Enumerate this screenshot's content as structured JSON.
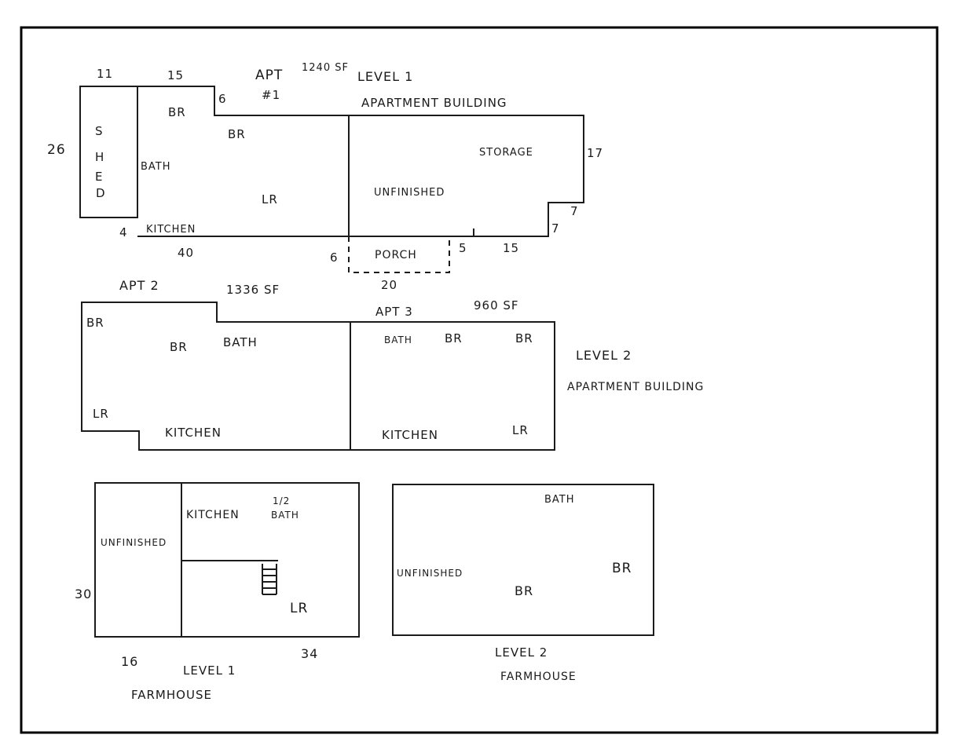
{
  "level1_apartment": {
    "title": "LEVEL 1",
    "subtitle": "APARTMENT BUILDING",
    "apt_label": "APT",
    "apt_number": "#1",
    "apt_sf": "1240 SF",
    "shed": [
      "S",
      "H",
      "E",
      "D"
    ],
    "rooms": {
      "br1": "BR",
      "br2": "BR",
      "bath": "BATH",
      "lr": "LR",
      "kitchen": "KITCHEN",
      "unfinished": "UNFINISHED",
      "storage": "STORAGE",
      "porch": "PORCH"
    },
    "dims": {
      "top_shed": "11",
      "top_br": "15",
      "step": "6",
      "left": "26",
      "bottom_left": "4",
      "bottom": "40",
      "right": "17",
      "notch_h": "7",
      "notch_v": "7",
      "bottom_right": "15",
      "porch_left": "6",
      "porch_right": "5",
      "porch_width": "20"
    }
  },
  "level2_apartment": {
    "title": "LEVEL 2",
    "subtitle": "APARTMENT BUILDING",
    "apt2": {
      "label": "APT 2",
      "sf": "1336 SF"
    },
    "apt3": {
      "label": "APT 3",
      "sf": "960 SF"
    },
    "rooms": {
      "a2_br1": "BR",
      "a2_br2": "BR",
      "a2_bath": "BATH",
      "a2_lr": "LR",
      "a2_kitchen": "KITCHEN",
      "a3_bath": "BATH",
      "a3_br1": "BR",
      "a3_br2": "BR",
      "a3_kitchen": "KITCHEN",
      "a3_lr": "LR"
    }
  },
  "farmhouse_level1": {
    "title": "LEVEL 1",
    "subtitle": "FARMHOUSE",
    "rooms": {
      "unfinished": "UNFINISHED",
      "kitchen": "KITCHEN",
      "half_bath_frac": "1/2",
      "half_bath": "BATH",
      "lr": "LR"
    },
    "dims": {
      "left": "30",
      "bottom_left": "16",
      "bottom_right": "34"
    }
  },
  "farmhouse_level2": {
    "title": "LEVEL 2",
    "subtitle": "FARMHOUSE",
    "rooms": {
      "bath": "BATH",
      "unfinished": "UNFINISHED",
      "br1": "BR",
      "br2": "BR"
    }
  }
}
